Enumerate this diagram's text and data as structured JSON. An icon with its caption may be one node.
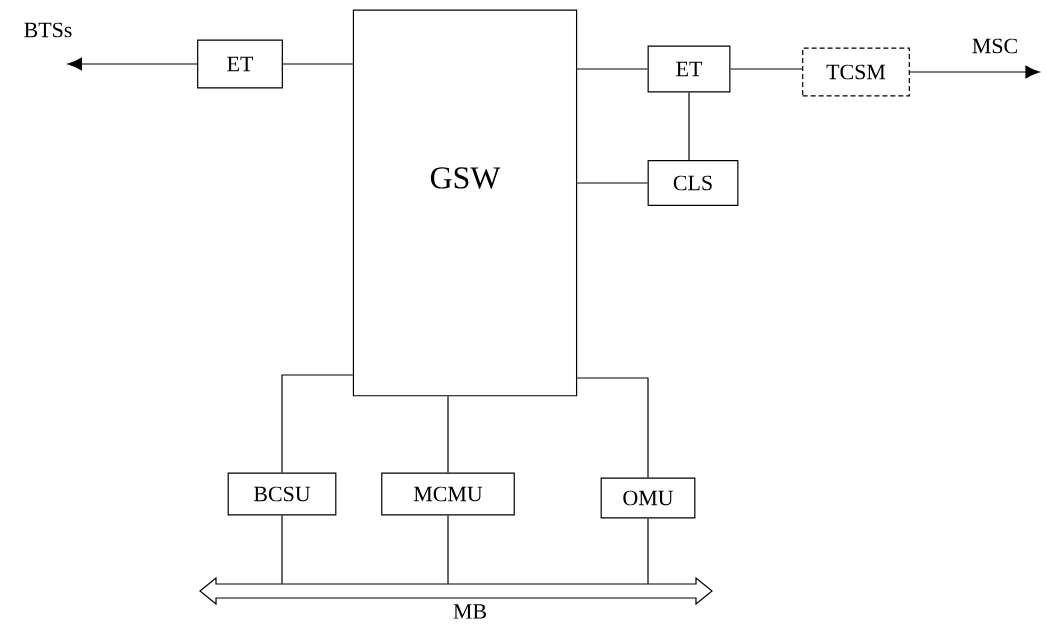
{
  "diagram": {
    "nodes": [
      {
        "text": [
          "BTSs"
        ]
      },
      {
        "text": [
          "ET"
        ]
      },
      {
        "text": [
          "GSW"
        ]
      },
      {
        "text": [
          "ET"
        ]
      },
      {
        "text": [
          "TCSM"
        ]
      },
      {
        "text": [
          "MSC"
        ]
      },
      {
        "text": [
          "CLS"
        ]
      },
      {
        "text": [
          "BCSU"
        ]
      },
      {
        "text": [
          "MCMU"
        ]
      },
      {
        "text": [
          "OMU"
        ]
      },
      {
        "text": [
          "MB"
        ]
      }
    ],
    "edges": [
      {
        "from": 1,
        "to": 0,
        "arrow": "to"
      },
      {
        "from": 2,
        "to": 1,
        "arrow": "none"
      },
      {
        "from": 2,
        "to": 3,
        "arrow": "none"
      },
      {
        "from": 3,
        "to": 4,
        "arrow": "none"
      },
      {
        "from": 4,
        "to": 5,
        "arrow": "to"
      },
      {
        "from": 3,
        "to": 6,
        "arrow": "none"
      },
      {
        "from": 2,
        "to": 6,
        "arrow": "none"
      },
      {
        "from": 2,
        "to": 7,
        "arrow": "none"
      },
      {
        "from": 2,
        "to": 8,
        "arrow": "none"
      },
      {
        "from": 2,
        "to": 9,
        "arrow": "none"
      },
      {
        "from": 7,
        "to": 10,
        "arrow": "none"
      },
      {
        "from": 8,
        "to": 10,
        "arrow": "none"
      },
      {
        "from": 9,
        "to": 10,
        "arrow": "none"
      }
    ]
  }
}
